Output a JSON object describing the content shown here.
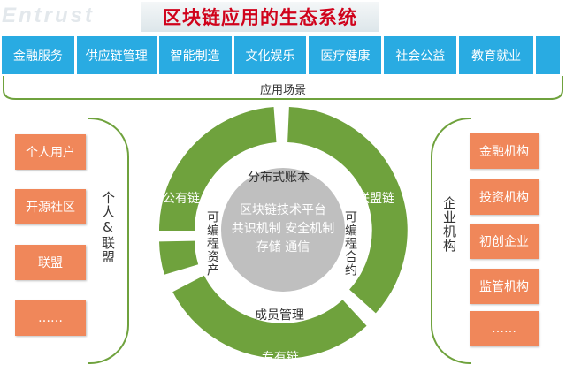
{
  "title": "区块链应用的生态系统",
  "watermark": "Entrust",
  "categories": [
    "金融服务",
    "供应链管理",
    "智能制造",
    "文化娱乐",
    "医疗健康",
    "社会公益",
    "教育就业"
  ],
  "scene_label": "应用场景",
  "left_items": [
    "个人用户",
    "开源社区",
    "联盟",
    "……"
  ],
  "left_label": "个人&联盟",
  "right_items": [
    "金融机构",
    "投资机构",
    "初创企业",
    "监管机构",
    "……"
  ],
  "right_label": "企业机构",
  "ring": {
    "public_chain": "公有链",
    "consortium_chain": "联盟链",
    "private_chain": "专有链",
    "distributed_ledger": "分布式账本",
    "member_management": "成员管理",
    "programmable_assets": "可编程资产",
    "programmable_contracts": "可编程合约"
  },
  "core": {
    "line1": "区块链技术平台",
    "line2": "共识机制 安全机制",
    "line3": "存储 通信"
  },
  "colors": {
    "category_blue": "#29abe2",
    "box_orange": "#f0875a",
    "ring_green": "#6fa23d",
    "core_gray": "#bfbfbf",
    "title_red": "#d0021b"
  }
}
